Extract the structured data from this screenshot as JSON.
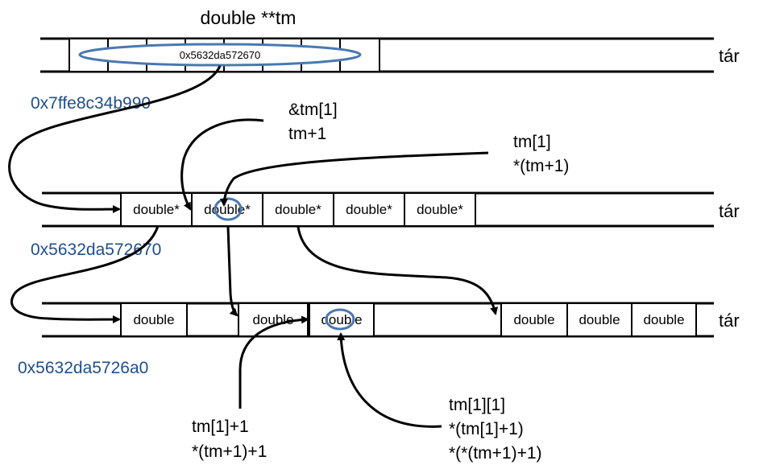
{
  "title": "double **tm",
  "tar": "tár",
  "colors": {
    "address": "#1f4e8c",
    "oval": "#4a78b0",
    "line": "#000000"
  },
  "row1": {
    "value": "0x5632da572670",
    "address": "0x7ffe8c34b990"
  },
  "row2": {
    "cells": [
      "double*",
      "double*",
      "double*",
      "double*",
      "double*"
    ],
    "address": "0x5632da572670"
  },
  "row3": {
    "cells": [
      "double",
      "double",
      "double",
      "double",
      "double",
      "double"
    ],
    "address": "0x5632da5726a0"
  },
  "annotations": {
    "a1": [
      "&tm[1]",
      "tm+1"
    ],
    "a2": [
      "tm[1]",
      "*(tm+1)"
    ],
    "a3": [
      "tm[1]+1",
      "*(tm+1)+1"
    ],
    "a4": [
      "tm[1][1]",
      "*(tm[1]+1)",
      "*(*(tm+1)+1)"
    ]
  }
}
